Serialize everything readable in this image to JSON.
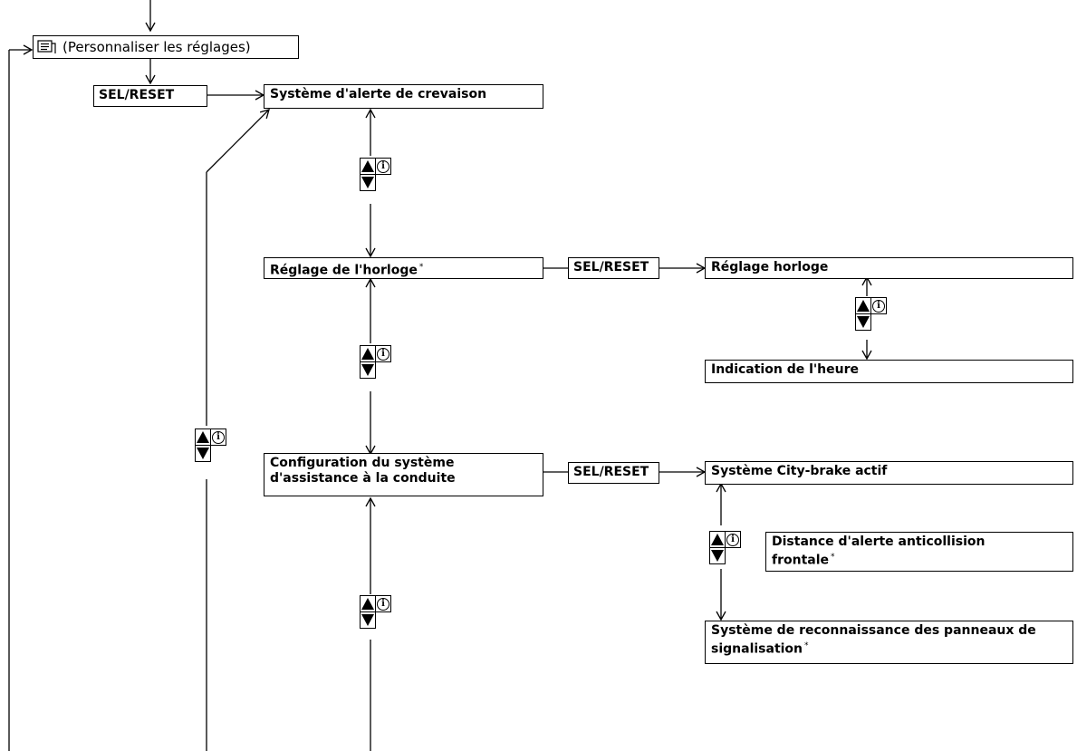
{
  "menu_entry": {
    "label": "(Personnaliser les réglages)",
    "icon": "customize-settings-icon"
  },
  "sel_reset_label": "SEL/RESET",
  "items": {
    "tpms": "Système d'alerte de crevaison",
    "clock": "Réglage de l'horloge",
    "clock_sub_1": "Réglage horloge",
    "clock_sub_2": "Indication de l'heure",
    "driver_assist_line1": "Configuration du système",
    "driver_assist_line2": "d'assistance à la conduite",
    "city_brake": "Système City-brake actif",
    "collision_line1": "Distance d'alerte anticollision",
    "collision_line2": "frontale",
    "sign_line1": "Système de reconnaissance des panneaux de",
    "sign_line2": "signalisation"
  },
  "footnote_marker": "*",
  "nav_control": {
    "up_icon": "up-triangle-icon",
    "info_icon": "info-icon",
    "down_icon": "down-triangle-icon"
  }
}
